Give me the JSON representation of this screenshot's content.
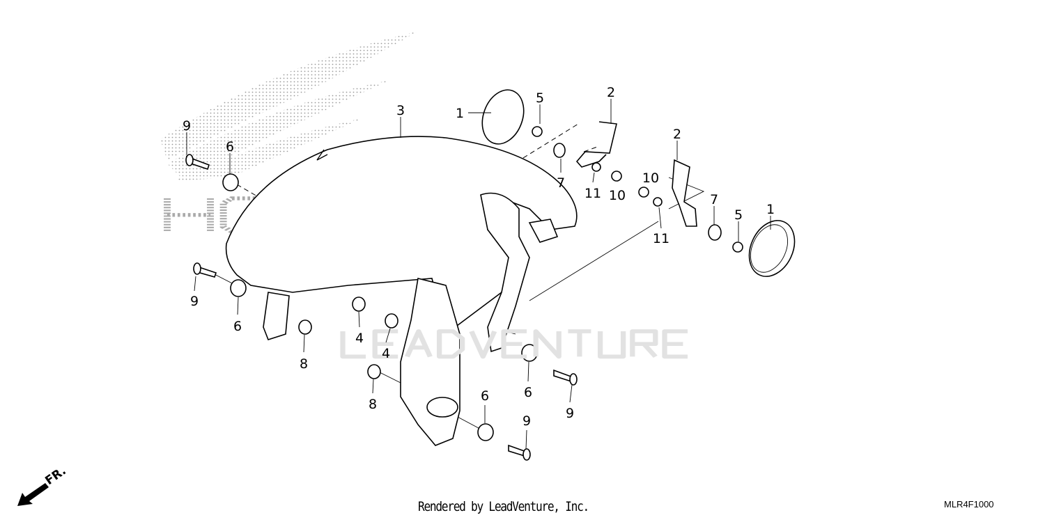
{
  "diagram": {
    "watermarks": {
      "brand": "HONDA",
      "renderer": "LEADVENTURE"
    },
    "callouts": [
      "1",
      "5",
      "2",
      "3",
      "9",
      "6",
      "2",
      "10",
      "10",
      "7",
      "11",
      "7",
      "5",
      "1",
      "11",
      "9",
      "6",
      "8",
      "4",
      "4",
      "8",
      "6",
      "9",
      "6",
      "9"
    ],
    "direction_label": "FR.",
    "footer": "Rendered by LeadVenture, Inc.",
    "diagram_code": "MLR4F1000"
  }
}
